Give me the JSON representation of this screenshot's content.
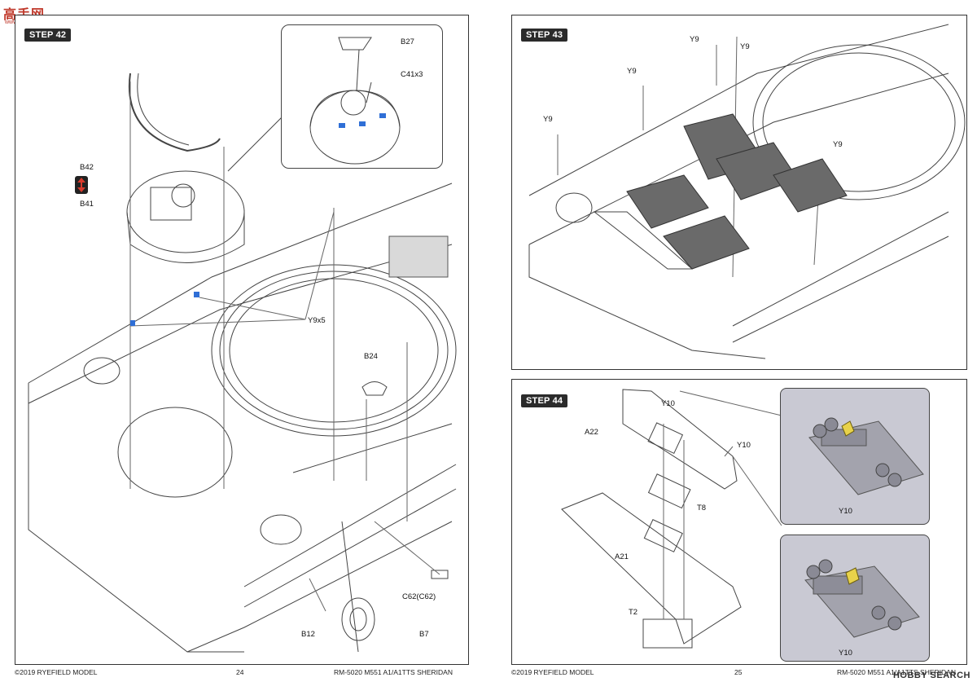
{
  "watermark_top": {
    "brand": "高手网",
    "url": "www.gaoshou.com"
  },
  "left_page": {
    "step": "STEP 42",
    "labels": {
      "b27": "B27",
      "c41": "C41x3",
      "b42": "B42",
      "b41": "B41",
      "y9x5": "Y9x5",
      "b24": "B24",
      "c62": "C62(C62)",
      "b12": "B12",
      "b7": "B7"
    },
    "footer": {
      "copyright": "©2019 RYEFIELD MODEL",
      "page": "24",
      "product": "RM-5020 M551 A1/A1TTS SHERIDAN"
    }
  },
  "right_page": {
    "step43": {
      "title": "STEP 43",
      "labels": [
        "Y9",
        "Y9",
        "Y9",
        "Y9",
        "Y9"
      ]
    },
    "step44": {
      "title": "STEP 44",
      "labels": {
        "y10_top": "Y10",
        "y10_side": "Y10",
        "a22": "A22",
        "t8": "T8",
        "a21": "A21",
        "t2": "T2",
        "inset1_y10": "Y10",
        "inset2_y10": "Y10"
      }
    },
    "footer": {
      "copyright": "©2019 RYEFIELD MODEL",
      "page": "25",
      "product": "RM-5020 M551 A1/A1TTS SHERIDAN"
    }
  },
  "watermark_bottom": "HOBBY SEARCH",
  "colors": {
    "line": "#333333",
    "accent_blue": "#2f6fd6",
    "accent_red": "#d83a2c",
    "part_yellow": "#e8d24a",
    "photo_bg": "#c9c9d3"
  }
}
